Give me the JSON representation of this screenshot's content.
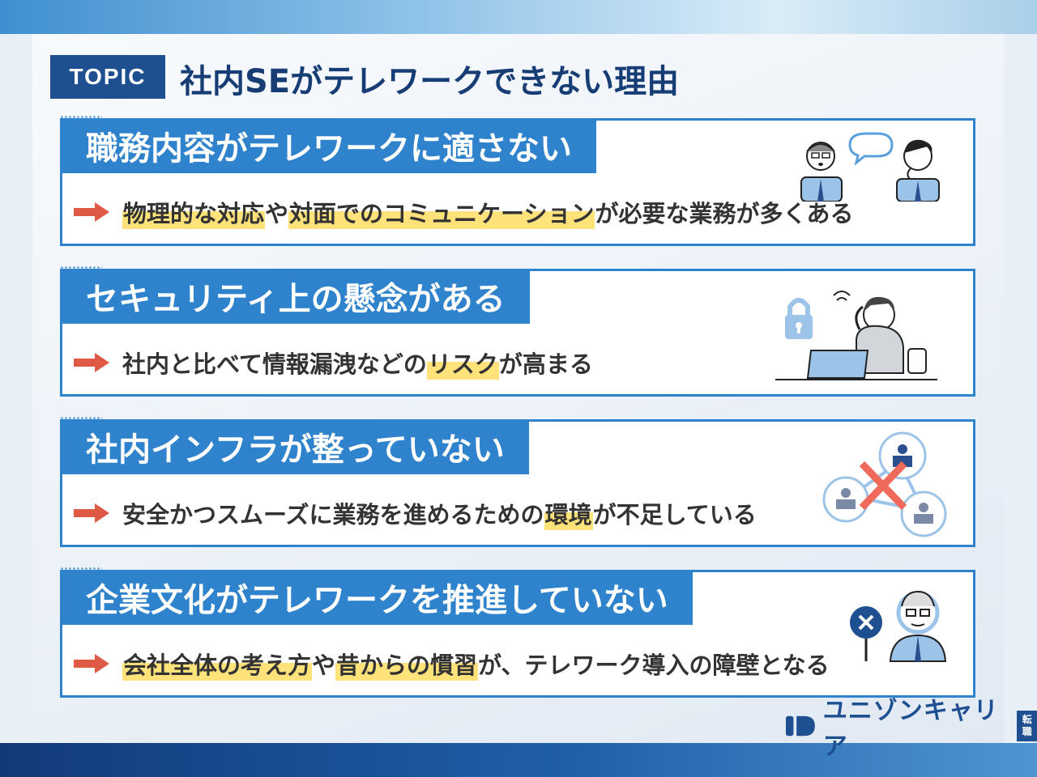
{
  "header": {
    "badge": "TOPIC",
    "title": "社内SEがテレワークできない理由"
  },
  "cards": [
    {
      "heading": "職務内容がテレワークに適さない",
      "segments": [
        {
          "text": "物理的な対応",
          "highlight": true
        },
        {
          "text": "や",
          "highlight": false
        },
        {
          "text": "対面でのコミュニケーション",
          "highlight": true
        },
        {
          "text": "が必要な業務が多くある",
          "highlight": false
        }
      ],
      "illustration": "two-people-talking-icon"
    },
    {
      "heading": "セキュリティ上の懸念がある",
      "segments": [
        {
          "text": "社内と比べて情報漏洩などの",
          "highlight": false
        },
        {
          "text": "リスク",
          "highlight": true
        },
        {
          "text": "が高まる",
          "highlight": false
        }
      ],
      "illustration": "worried-man-laptop-lock-icon"
    },
    {
      "heading": "社内インフラが整っていない",
      "segments": [
        {
          "text": "安全かつスムーズに業務を進めるための",
          "highlight": false
        },
        {
          "text": "環境",
          "highlight": true
        },
        {
          "text": "が不足している",
          "highlight": false
        }
      ],
      "illustration": "broken-network-icon"
    },
    {
      "heading": "企業文化がテレワークを推進していない",
      "segments": [
        {
          "text": "会社全体の考え方",
          "highlight": true
        },
        {
          "text": "や",
          "highlight": false
        },
        {
          "text": "昔からの慣習",
          "highlight": true
        },
        {
          "text": "が、テレワーク導入の障壁となる",
          "highlight": false
        }
      ],
      "illustration": "manager-reject-icon"
    }
  ],
  "logo": {
    "text": "ユニゾンキャリア",
    "badge_line1": "転",
    "badge_line2": "職"
  },
  "colors": {
    "accent": "#2f82cc",
    "navy": "#1e4f91",
    "arrow": "#df5a45",
    "highlight": "#ffe27a"
  }
}
